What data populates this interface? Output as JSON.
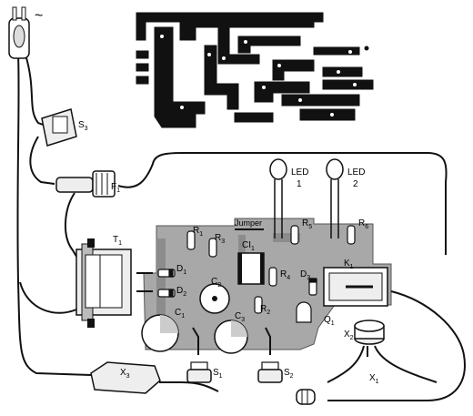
{
  "labels": {
    "ac_symbol": "~",
    "s3": "S",
    "s3_sub": "3",
    "f1": "F",
    "f1_sub": "1",
    "t1": "T",
    "t1_sub": "1",
    "x3": "X",
    "x3_sub": "3",
    "led1_a": "LED",
    "led1_b": "1",
    "led2_a": "LED",
    "led2_b": "2",
    "jumper": "Jumper",
    "r1": "R",
    "r1_sub": "1",
    "r3": "R",
    "r3_sub": "3",
    "r5": "R",
    "r5_sub": "5",
    "r6": "R",
    "r6_sub": "6",
    "r4": "R",
    "r4_sub": "4",
    "r2": "R",
    "r2_sub": "2",
    "ci1": "CI",
    "ci1_sub": "1",
    "d1": "D",
    "d1_sub": "1",
    "d2": "D",
    "d2_sub": "2",
    "d3": "D",
    "d3_sub": "3",
    "c1": "C",
    "c1_sub": "1",
    "c2": "C",
    "c2_sub": "2",
    "c3": "C",
    "c3_sub": "3",
    "k1": "K",
    "k1_sub": "1",
    "q1": "Q",
    "q1_sub": "1",
    "x2": "X",
    "x2_sub": "2",
    "x1": "X",
    "x1_sub": "1",
    "s1": "S",
    "s1_sub": "1",
    "s2": "S",
    "s2_sub": "2"
  }
}
